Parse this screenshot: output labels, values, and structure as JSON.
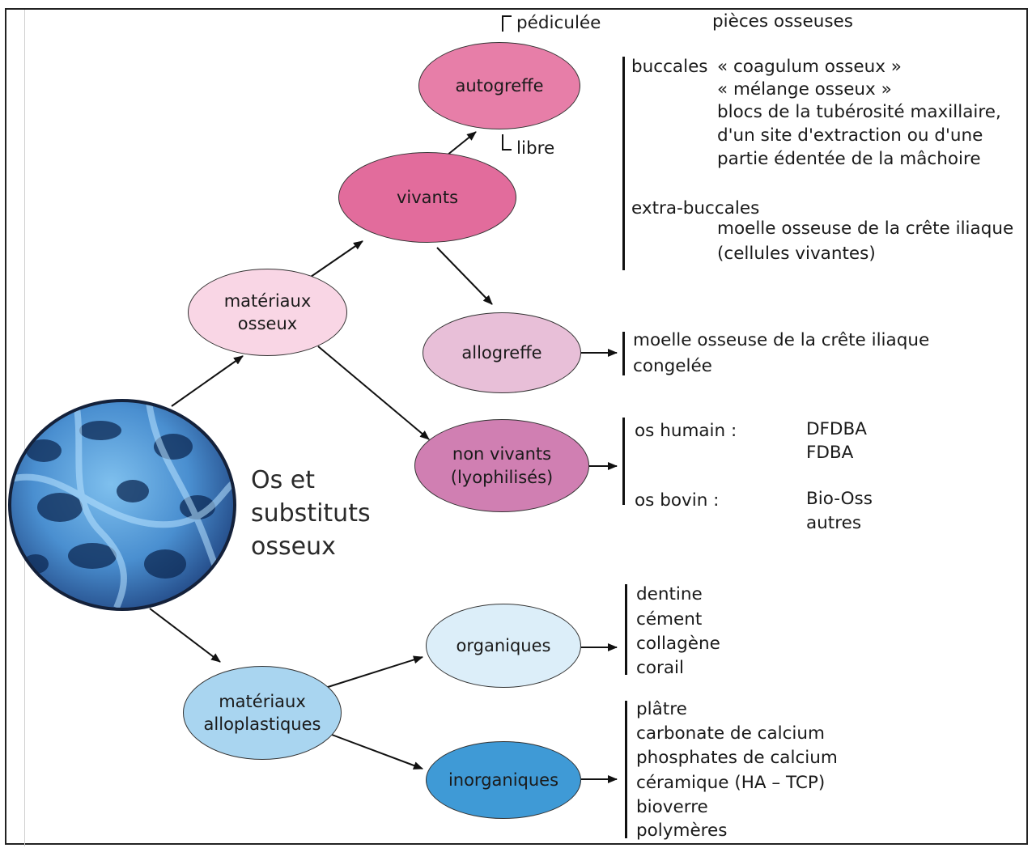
{
  "title_lines": [
    "Os et",
    "substituts",
    "osseux"
  ],
  "nodes": {
    "materiaux_osseux": [
      "matériaux",
      "osseux"
    ],
    "vivants": "vivants",
    "autogreffe": "autogreffe",
    "allogreffe": "allogreffe",
    "non_vivants": [
      "non vivants",
      "(lyophilisés)"
    ],
    "materiaux_alloplastiques": [
      "matériaux",
      "alloplastiques"
    ],
    "organiques": "organiques",
    "inorganiques": "inorganiques"
  },
  "autogreffe_types": {
    "pediculee": "pédiculée",
    "libre": "libre"
  },
  "autogreffe_detail": {
    "header": "pièces osseuses",
    "buccales_label": "buccales",
    "buccales_items": [
      "« coagulum osseux »",
      "« mélange osseux »",
      "blocs de la tubérosité maxillaire,",
      "d'un site d'extraction ou d'une",
      "partie édentée de la mâchoire"
    ],
    "extra_label": "extra-buccales",
    "extra_items": [
      "moelle osseuse de la crête iliaque",
      "(cellules vivantes)"
    ]
  },
  "allogreffe_detail": [
    "moelle osseuse de la crête iliaque",
    "congelée"
  ],
  "non_vivants_detail": {
    "humain_label": "os humain :",
    "humain_items": [
      "DFDBA",
      "FDBA"
    ],
    "bovin_label": "os bovin :",
    "bovin_items": [
      "Bio-Oss",
      "autres"
    ]
  },
  "organiques_detail": [
    "dentine",
    "cément",
    "collagène",
    "corail"
  ],
  "inorganiques_detail": [
    "plâtre",
    "carbonate de calcium",
    "phosphates de calcium",
    "céramique (HA – TCP)",
    "bioverre",
    "polymères"
  ],
  "colors": {
    "autogreffe": "#e77ea8",
    "vivants": "#e26c9c",
    "materiaux_osseux": "#f9d6e5",
    "allogreffe": "#e8bfd8",
    "non_vivants": "#d07fb2",
    "materiaux_alloplastiques": "#a9d5f0",
    "organiques": "#dceef9",
    "inorganiques": "#3f9ad6"
  },
  "icons": {
    "bone_image": "bone-micrograph-image"
  }
}
